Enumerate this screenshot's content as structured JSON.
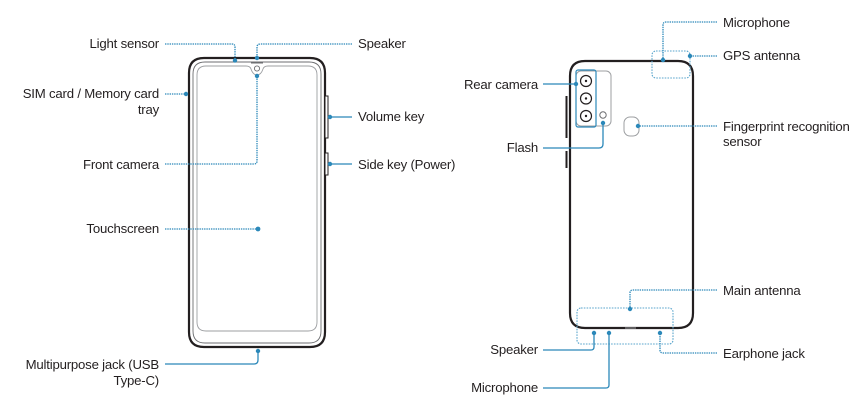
{
  "figure": {
    "title": "Device layout",
    "leader_color": "#2b88b9",
    "line_color": "#231f20"
  },
  "front_view": {
    "labels": {
      "light_sensor": "Light sensor",
      "speaker": "Speaker",
      "sim_tray_line1": "SIM card / Memory card",
      "sim_tray_line2": "tray",
      "volume_key": "Volume key",
      "front_camera": "Front camera",
      "side_key": "Side key (Power)",
      "touchscreen": "Touchscreen",
      "multipurpose_jack_line1": "Multipurpose jack (USB",
      "multipurpose_jack_line2": "Type-C)"
    }
  },
  "back_view": {
    "labels": {
      "microphone_top": "Microphone",
      "gps_antenna": "GPS antenna",
      "rear_camera": "Rear camera",
      "fingerprint_line1": "Fingerprint recognition",
      "fingerprint_line2": "sensor",
      "flash": "Flash",
      "main_antenna": "Main antenna",
      "speaker": "Speaker",
      "earphone_jack": "Earphone jack",
      "microphone_bottom": "Microphone"
    },
    "rear_camera_lens_count": 3
  }
}
